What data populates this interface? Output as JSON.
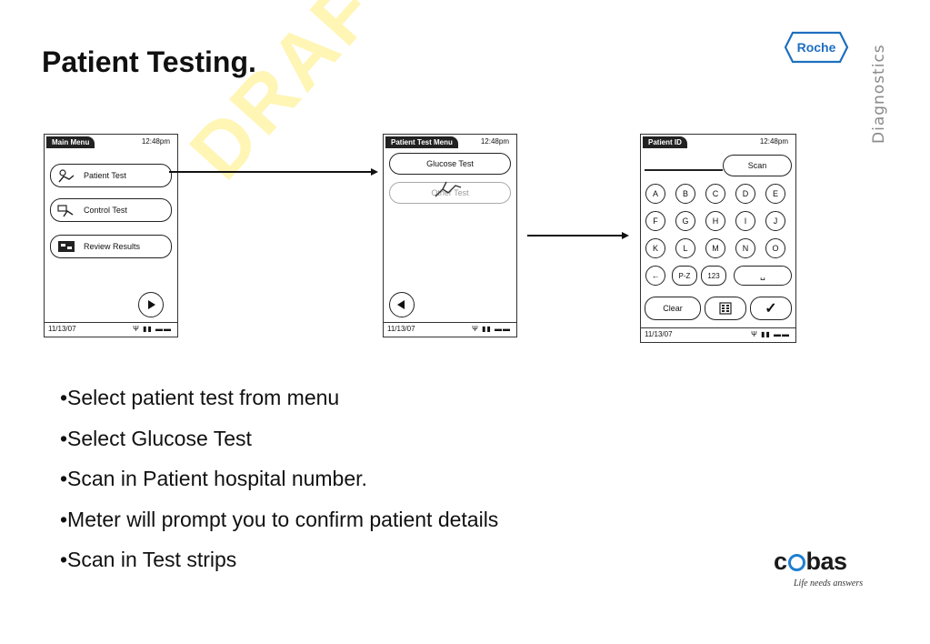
{
  "slide": {
    "title": "Patient Testing.",
    "brand": "Roche",
    "division": "Diagnostics",
    "watermark": "DRAFT",
    "bullets": [
      "•Select patient test from menu",
      "•Select Glucose Test",
      "•Scan in Patient hospital number.",
      "•Meter will prompt you to confirm patient details",
      "•Scan in Test strips"
    ],
    "cobas_logo": {
      "word_start": "c",
      "word_end": "bas",
      "tagline": "Life needs answers",
      "accent_color": "#1e7fd0"
    }
  },
  "screens": {
    "main_menu": {
      "header": "Main Menu",
      "time": "12:48pm",
      "items": [
        {
          "label": "Patient Test",
          "icon": "hand-drop-icon"
        },
        {
          "label": "Control Test",
          "icon": "vial-icon"
        },
        {
          "label": "Review Results",
          "icon": "results-icon"
        }
      ],
      "next_icon": "play-right-icon",
      "date": "11/13/07",
      "status": "Ψ ▮▮ ▬▬"
    },
    "patient_test_menu": {
      "header": "Patient Test Menu",
      "time": "12:48pm",
      "items": [
        {
          "label": "Glucose Test",
          "enabled": true
        },
        {
          "label": "Other Test",
          "enabled": false
        }
      ],
      "back_icon": "play-left-icon",
      "date": "11/13/07",
      "status": "Ψ ▮▮ ▬▬"
    },
    "patient_id": {
      "header": "Patient ID",
      "time": "12:48pm",
      "scan_label": "Scan",
      "keys": [
        "A",
        "B",
        "C",
        "D",
        "E",
        "F",
        "G",
        "H",
        "I",
        "J",
        "K",
        "L",
        "M",
        "N",
        "O"
      ],
      "backspace_label": "←",
      "pz_label": "P-Z",
      "num_label": "123",
      "space_label": "␣",
      "clear_label": "Clear",
      "keyboard_icon": "keypad-icon",
      "confirm_label": "✓",
      "date": "11/13/07",
      "status": "Ψ ▮▮ ▬▬"
    }
  }
}
